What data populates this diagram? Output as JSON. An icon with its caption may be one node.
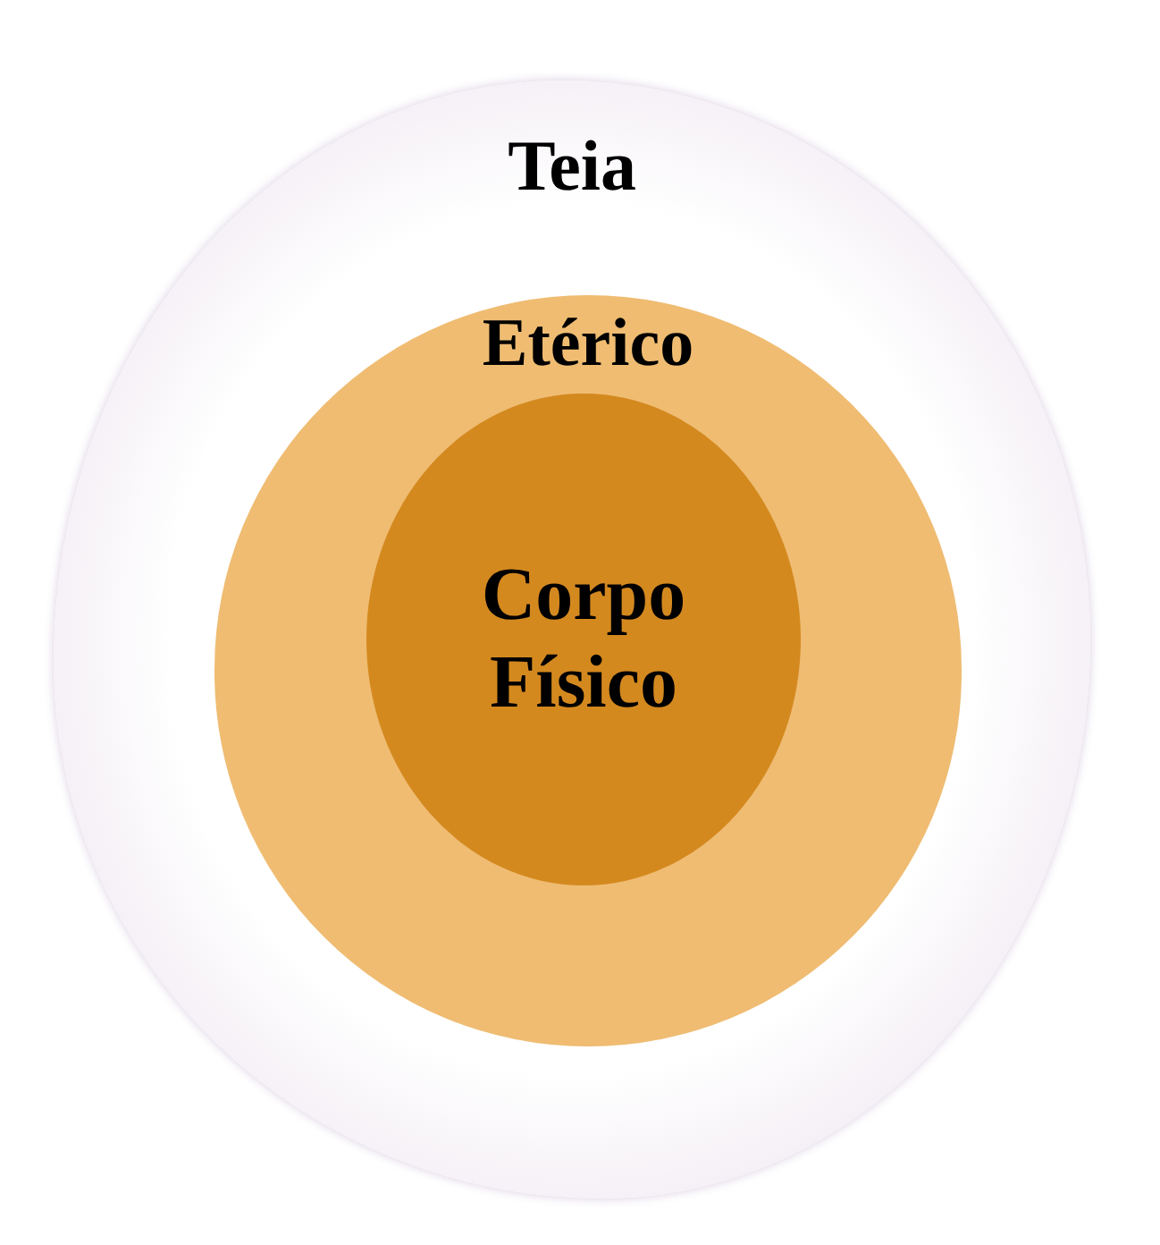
{
  "diagram": {
    "nodes": [
      {
        "text": [
          "Teia"
        ]
      },
      {
        "text": [
          "Etérico"
        ],
        "in": 0
      },
      {
        "text": [
          "Corpo Físico"
        ],
        "in": 1
      }
    ]
  }
}
